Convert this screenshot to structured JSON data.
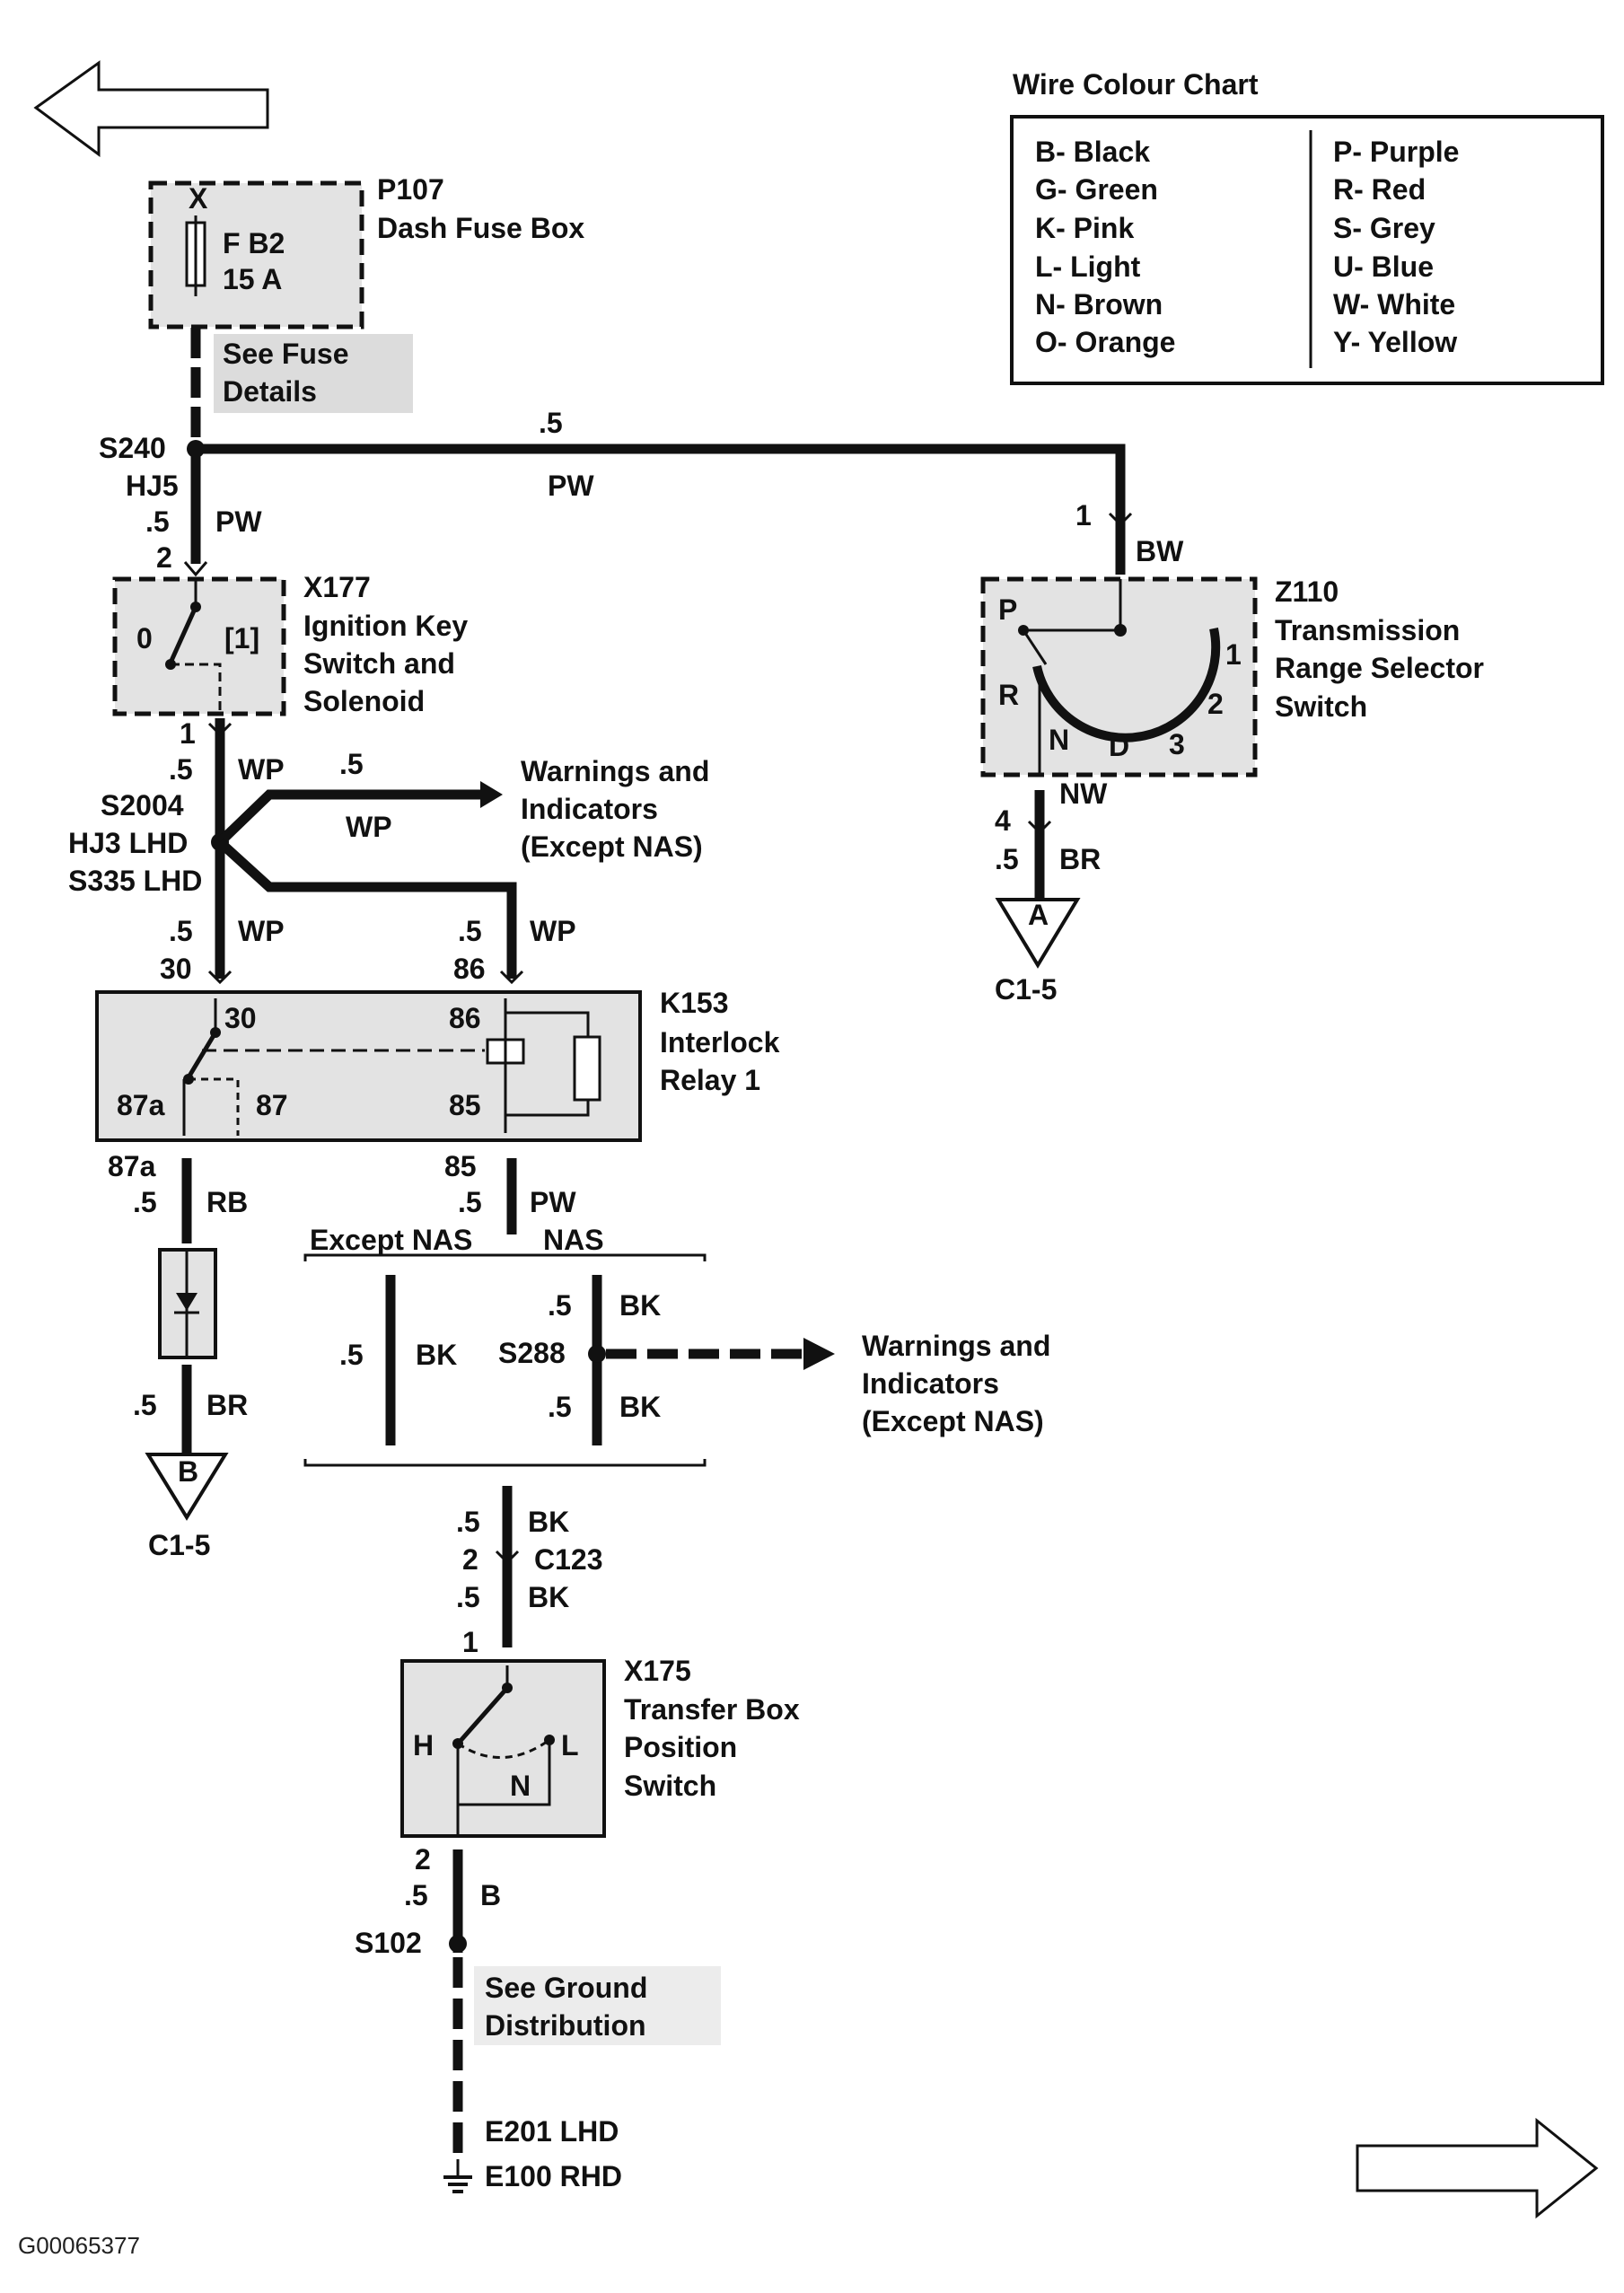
{
  "legend": {
    "title": "Wire Colour Chart",
    "left": [
      "B- Black",
      "G- Green",
      "K- Pink",
      "L- Light",
      "N- Brown",
      "O- Orange"
    ],
    "right": [
      "P- Purple",
      "R- Red",
      "S- Grey",
      "U- Blue",
      "W- White",
      "Y- Yellow"
    ]
  },
  "p107": {
    "id": "P107",
    "name": "Dash Fuse Box",
    "pin": "X",
    "fuse": "F B2",
    "rating": "15 A"
  },
  "fuse_note": {
    "line1": "See Fuse",
    "line2": "Details"
  },
  "s240": {
    "id": "S240",
    "code": "HJ5",
    "size_top": ".5",
    "color_top": "PW",
    "size_down": ".5",
    "color_down": "PW",
    "pin": "2"
  },
  "x177": {
    "id": "X177",
    "l1": "Ignition Key",
    "l2": "Switch and",
    "l3": "Solenoid",
    "pos0": "0",
    "pos1": "[1]",
    "out_pin": "1",
    "out_size": ".5",
    "out_color": "WP"
  },
  "s2004": {
    "id": "S2004",
    "code": "HJ3 LHD",
    "alt": "S335 LHD",
    "branch_size": ".5",
    "branch_color": "WP"
  },
  "warn1": {
    "l1": "Warnings and",
    "l2": "Indicators",
    "l3": "(Except NAS)"
  },
  "k153_in": {
    "size_l": ".5",
    "color_l": "WP",
    "pin_l": "30",
    "size_r": ".5",
    "color_r": "WP",
    "pin_r": "86"
  },
  "k153": {
    "id": "K153",
    "l1": "Interlock",
    "l2": "Relay 1",
    "p30": "30",
    "p86": "86",
    "p87a": "87a",
    "p87": "87",
    "p85": "85"
  },
  "k153_out": {
    "pin_l": "87a",
    "size_l": ".5",
    "color_l": "RB",
    "pin_r": "85",
    "size_r": ".5",
    "color_r": "PW"
  },
  "diode_out": {
    "size": ".5",
    "color": "BR",
    "ground": "B",
    "ground_label": "C1-5"
  },
  "nas": {
    "except": "Except NAS",
    "nas": "NAS",
    "left_size": ".5",
    "left_color": "BK",
    "s288": "S288",
    "top_size": ".5",
    "top_color": "BK",
    "bot_size": ".5",
    "bot_color": "BK"
  },
  "warn2": {
    "l1": "Warnings and",
    "l2": "Indicators",
    "l3": "(Except NAS)"
  },
  "c123": {
    "id": "C123",
    "size1": ".5",
    "color1": "BK",
    "pin": "2",
    "size2": ".5",
    "color2": "BK",
    "in_pin": "1"
  },
  "x175": {
    "id": "X175",
    "l1": "Transfer Box",
    "l2": "Position",
    "l3": "Switch",
    "h": "H",
    "l": "L",
    "n": "N"
  },
  "x175_out": {
    "pin": "2",
    "size": ".5",
    "color": "B",
    "splice": "S102"
  },
  "ground_note": {
    "l1": "See Ground",
    "l2": "Distribution",
    "e1": "E201 LHD",
    "e2": "E100 RHD"
  },
  "z110": {
    "id": "Z110",
    "l1": "Transmission",
    "l2": "Range Selector",
    "l3": "Switch",
    "in_pin": "1",
    "in_color": "BW",
    "p": "P",
    "r": "R",
    "n": "N",
    "d": "D",
    "three": "3",
    "two": "2",
    "one": "1",
    "out_color": "NW",
    "out_pin": "4",
    "out_size": ".5",
    "out_wire": "BR",
    "ground": "A",
    "ground_label": "C1-5"
  },
  "footer": {
    "code": "G00065377"
  }
}
